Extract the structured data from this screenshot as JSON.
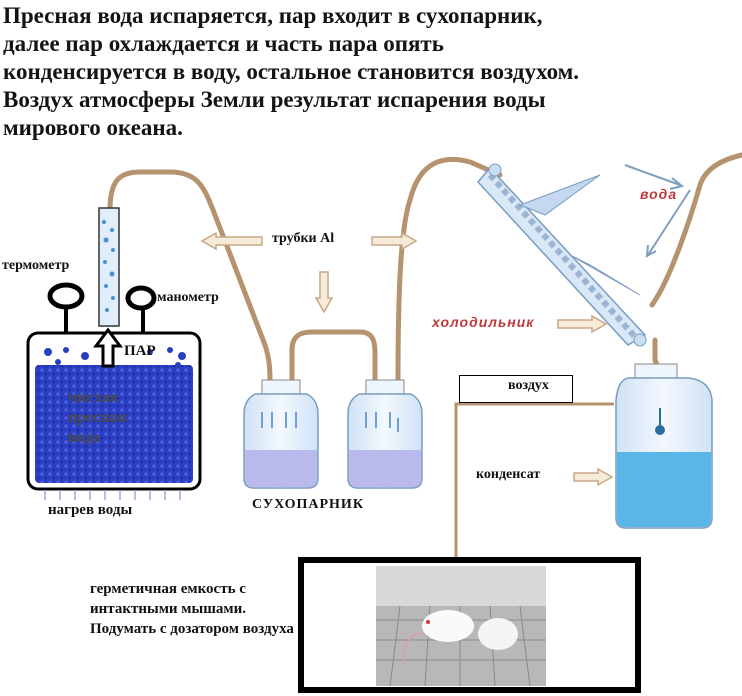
{
  "header": {
    "lines": [
      "Пресная вода испаряется, пар входит в сухопарник,",
      "далее пар охлаждается и часть пара опять",
      "конденсируется в воду, остальное становится воздухом.",
      "Воздух атмосферы Земли результат испарения воды",
      "мирового океана."
    ]
  },
  "labels": {
    "thermometer": "термометр",
    "manometer": "манометр",
    "steam": "ПАР",
    "tank_text": "чистая пресная вода",
    "heating": "нагрев воды",
    "tubes": "трубки Al",
    "dryer": "СУХОПАРНИК",
    "water": "вода",
    "cooler": "холодильник",
    "air": "воздух",
    "condensate": "конденсат",
    "note": "герметичная емкость с интактными мышами. Подумать с дозатором воздуха"
  },
  "colors": {
    "tube": "#b5936e",
    "tank_water": "#2a3fc0",
    "flask_liquid": "#b9b9ee",
    "condensate": "#5ab6e8",
    "glass": "#d9eaf8",
    "arrow": "#e6cfb0",
    "red_text": "#c0393a"
  }
}
